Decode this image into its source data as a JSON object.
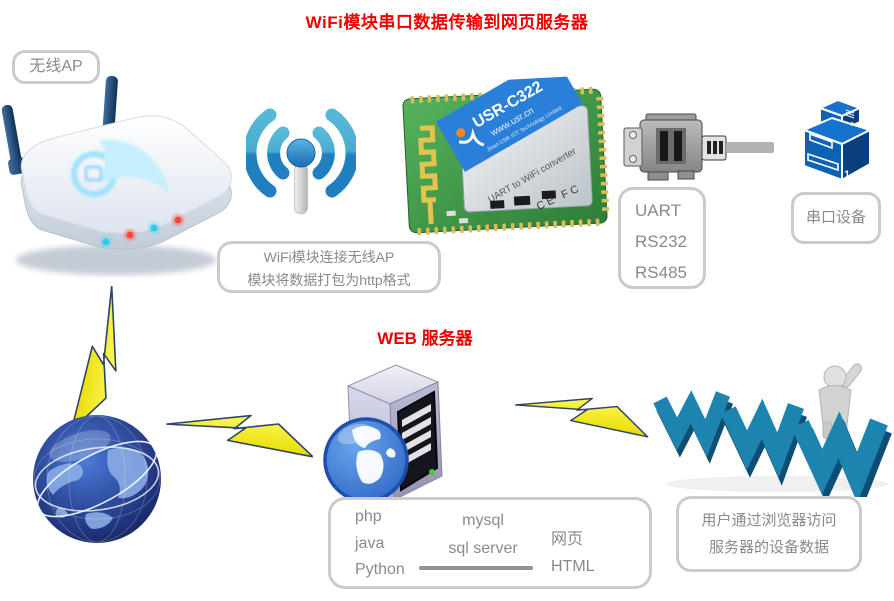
{
  "title": "WiFi模块串口数据传输到网页服务器",
  "colors": {
    "title_red": "#f20000",
    "box_border": "#cbcbcb",
    "box_text": "#8a8a8a",
    "wifi_blue": "#2387c2",
    "bolt_yellow": "#f5ef1e",
    "printer_blue": "#0e62b4",
    "www_blue": "#1d84b0"
  },
  "nodes": {
    "wireless_ap": "无线AP",
    "serial_device": "串口设备",
    "web_server": "WEB 服务器"
  },
  "bubbles": {
    "wifi": {
      "line1": "WiFi模块连接无线AP",
      "line2": "模块将数据打包为http格式"
    },
    "user": {
      "line1": "用户通过浏览器访问",
      "line2": "服务器的设备数据"
    }
  },
  "interfaces": {
    "lines": [
      "UART",
      "RS232",
      "RS485"
    ]
  },
  "module": {
    "model": "USR-C322",
    "site": "www.usr.cn",
    "company": "Jinan USR IOT Technology Limited",
    "desc": "UART to WiFi converter",
    "marks": "CE FC"
  },
  "tech": {
    "left": [
      "php",
      "java",
      "Python"
    ],
    "middle": [
      "mysql",
      "sql server"
    ],
    "right": [
      "网页",
      "HTML"
    ]
  }
}
